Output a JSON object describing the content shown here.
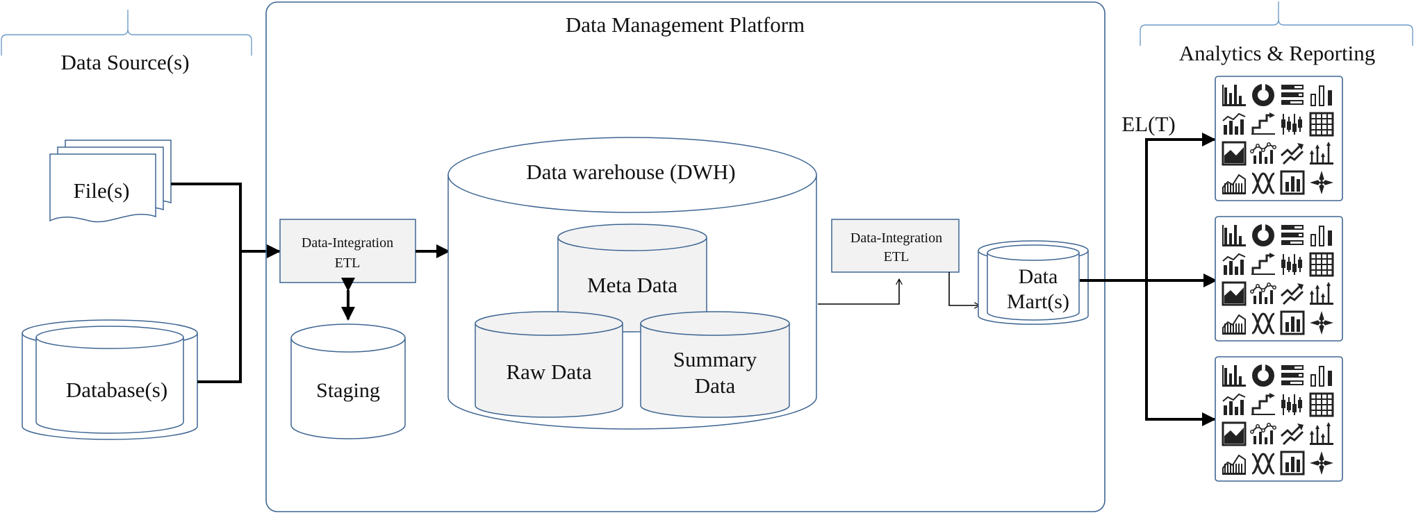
{
  "sections": {
    "data_sources": "Data Source(s)",
    "platform": "Data Management Platform",
    "analytics": "Analytics & Reporting"
  },
  "sources": {
    "files": "File(s)",
    "database": "Database(s)"
  },
  "etl_in": {
    "line1": "Data-Integration",
    "line2": "ETL"
  },
  "etl_out": {
    "line1": "Data-Integration",
    "line2": "ETL"
  },
  "staging": "Staging",
  "dwh": {
    "title": "Data warehouse (DWH)",
    "meta": "Meta Data",
    "raw": "Raw Data",
    "summary_line1": "Summary",
    "summary_line2": "Data"
  },
  "mart": {
    "line1": "Data",
    "line2": "Mart(s)"
  },
  "elt_label": "EL(T)",
  "dashboard_icons": [
    "bar-chart-icon",
    "donut-chart-icon",
    "horizontal-bar-icon",
    "column-chart-icon",
    "combo-chart-icon",
    "step-chart-icon",
    "candlestick-icon",
    "grid-table-icon",
    "area-map-icon",
    "line-bar-icon",
    "trend-arrows-icon",
    "error-bar-icon",
    "area-chart-icon",
    "bell-curve-icon",
    "framed-bar-icon",
    "radar-star-icon"
  ],
  "colors": {
    "outline": "#3d6592",
    "fill": "#f2f2f2",
    "arrow": "#000000",
    "bracket": "#6e9cc9"
  }
}
